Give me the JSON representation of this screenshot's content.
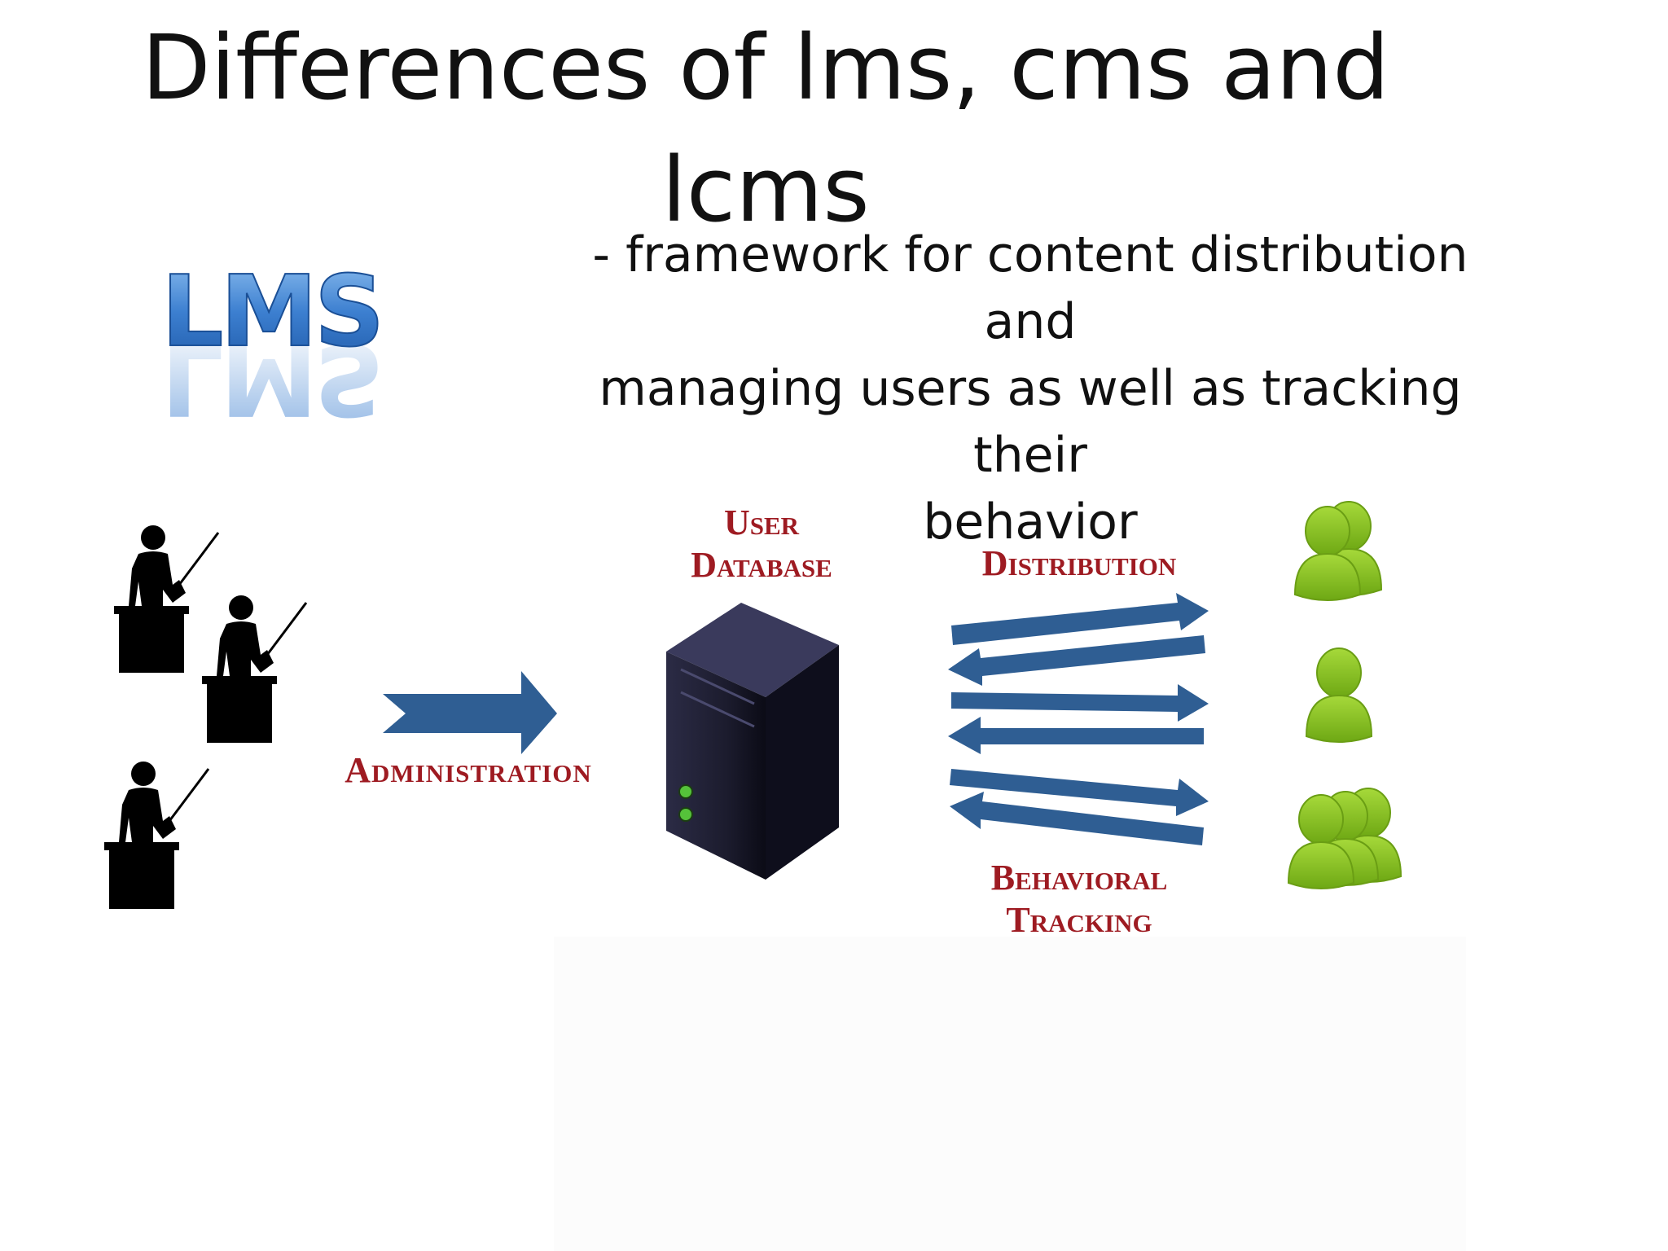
{
  "slide": {
    "title_line1": "Differences of lms, cms and",
    "title_line2": "lcms"
  },
  "description": {
    "line1": "- framework for content distribution and",
    "line2": "managing users as well as tracking their",
    "line3": "behavior"
  },
  "logo": {
    "text": "LMS"
  },
  "diagram": {
    "administration_label": "Administration",
    "user_database_line1": "User",
    "user_database_line2": "Database",
    "distribution_label": "Distribution",
    "behavioral_tracking_line1": "Behavioral",
    "behavioral_tracking_line2": "Tracking"
  },
  "colors": {
    "label_red": "#9e1b22",
    "arrow_blue": "#2f5e93",
    "server_dark": "#1c1c2e",
    "user_green": "#8cc21f",
    "logo_blue": "#3c7fd0"
  }
}
